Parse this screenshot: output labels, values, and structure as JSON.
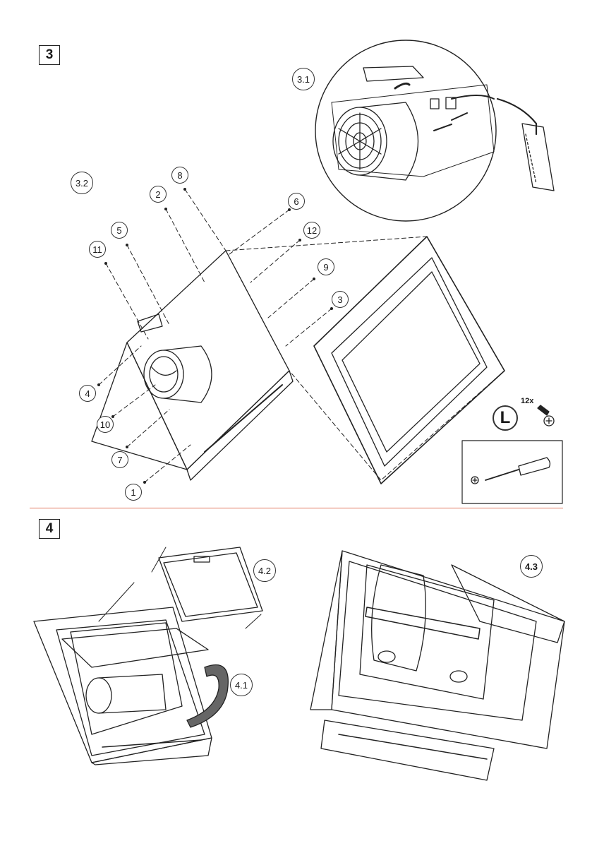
{
  "sections": {
    "step3": "3",
    "step4": "4"
  },
  "callouts": {
    "c3_1": "3.1",
    "c3_2": "3.2",
    "c4_1": "4.1",
    "c4_2": "4.2",
    "c4_3": "4.3"
  },
  "parts": {
    "p1": "1",
    "p2": "2",
    "p3": "3",
    "p4": "4",
    "p5": "5",
    "p6": "6",
    "p7": "7",
    "p8": "8",
    "p9": "9",
    "p10": "10",
    "p11": "11",
    "p12": "12"
  },
  "hardware": {
    "screw_code": "L",
    "screw_qty": "12x"
  },
  "icons": [
    "screw-icon",
    "screwdriver-icon",
    "phillips-tip-icon",
    "fan-motor-icon",
    "rotate-arrow-icon"
  ],
  "colors": {
    "divider": "#e0795e",
    "line": "#222222"
  }
}
